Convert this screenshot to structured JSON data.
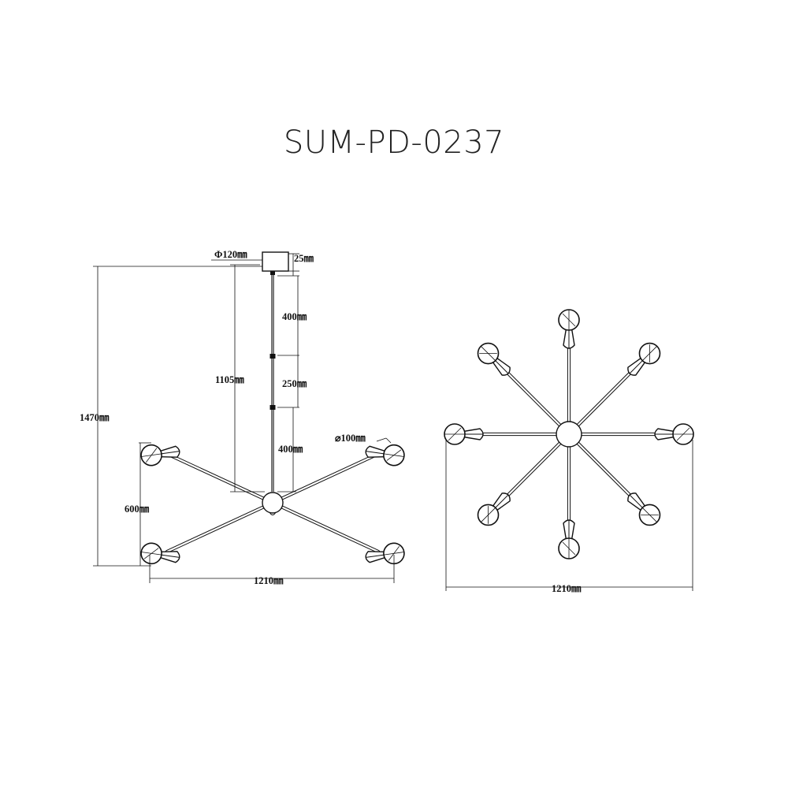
{
  "title": "SUM-PD-0237",
  "side_view": {
    "canopy_diameter": "Φ120㎜",
    "canopy_height": "25㎜",
    "rod_segment_1": "400㎜",
    "rod_segment_2": "250㎜",
    "rod_segment_3": "400㎜",
    "rod_total": "1105㎜",
    "total_height": "1470㎜",
    "shade_diameter": "⌀100㎜",
    "arm_span_height": "600㎜",
    "width": "1210㎜"
  },
  "top_view": {
    "width": "1210㎜"
  }
}
